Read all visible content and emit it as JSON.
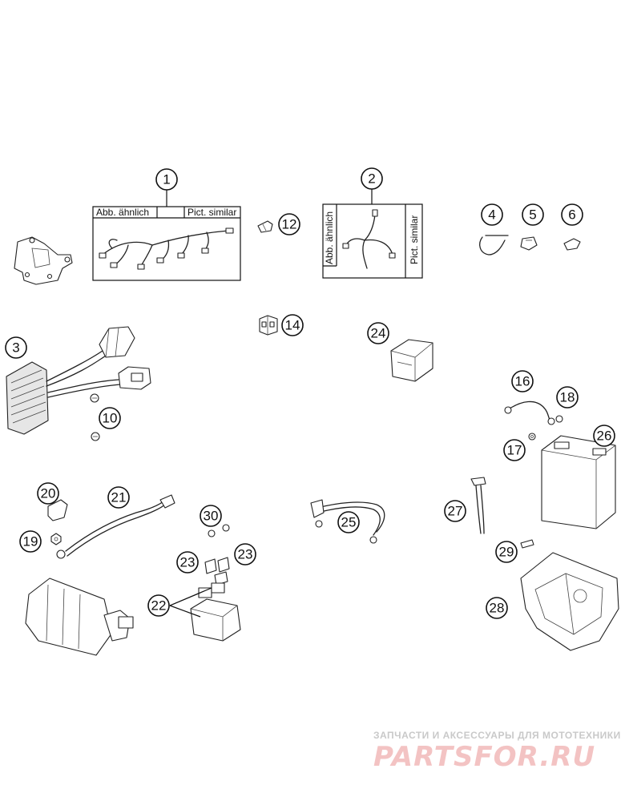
{
  "figure": {
    "callouts": [
      {
        "id": "c1",
        "label": "1"
      },
      {
        "id": "c2",
        "label": "2"
      },
      {
        "id": "c3",
        "label": "3"
      },
      {
        "id": "c4",
        "label": "4"
      },
      {
        "id": "c5",
        "label": "5"
      },
      {
        "id": "c6",
        "label": "6"
      },
      {
        "id": "c10",
        "label": "10"
      },
      {
        "id": "c12",
        "label": "12"
      },
      {
        "id": "c14",
        "label": "14"
      },
      {
        "id": "c16",
        "label": "16"
      },
      {
        "id": "c17",
        "label": "17"
      },
      {
        "id": "c18",
        "label": "18"
      },
      {
        "id": "c19",
        "label": "19"
      },
      {
        "id": "c20",
        "label": "20"
      },
      {
        "id": "c21",
        "label": "21"
      },
      {
        "id": "c22",
        "label": "22"
      },
      {
        "id": "c23a",
        "label": "23"
      },
      {
        "id": "c23b",
        "label": "23"
      },
      {
        "id": "c24",
        "label": "24"
      },
      {
        "id": "c25",
        "label": "25"
      },
      {
        "id": "c26",
        "label": "26"
      },
      {
        "id": "c27",
        "label": "27"
      },
      {
        "id": "c28",
        "label": "28"
      },
      {
        "id": "c29",
        "label": "29"
      },
      {
        "id": "c30",
        "label": "30"
      }
    ],
    "frame_labels": {
      "abb_aehnlich": "Abb. ähnlich",
      "pict_similar": "Pict. similar"
    }
  },
  "watermark": {
    "line1": "ЗАПЧАСТИ И АКСЕССУАРЫ ДЛЯ МОТОТЕХНИКИ",
    "line2": "PARTSFOR.RU"
  },
  "colors": {
    "ink": "#111111",
    "watermark_grey": "#c9c9c9",
    "watermark_red": "#f3c3c3"
  }
}
